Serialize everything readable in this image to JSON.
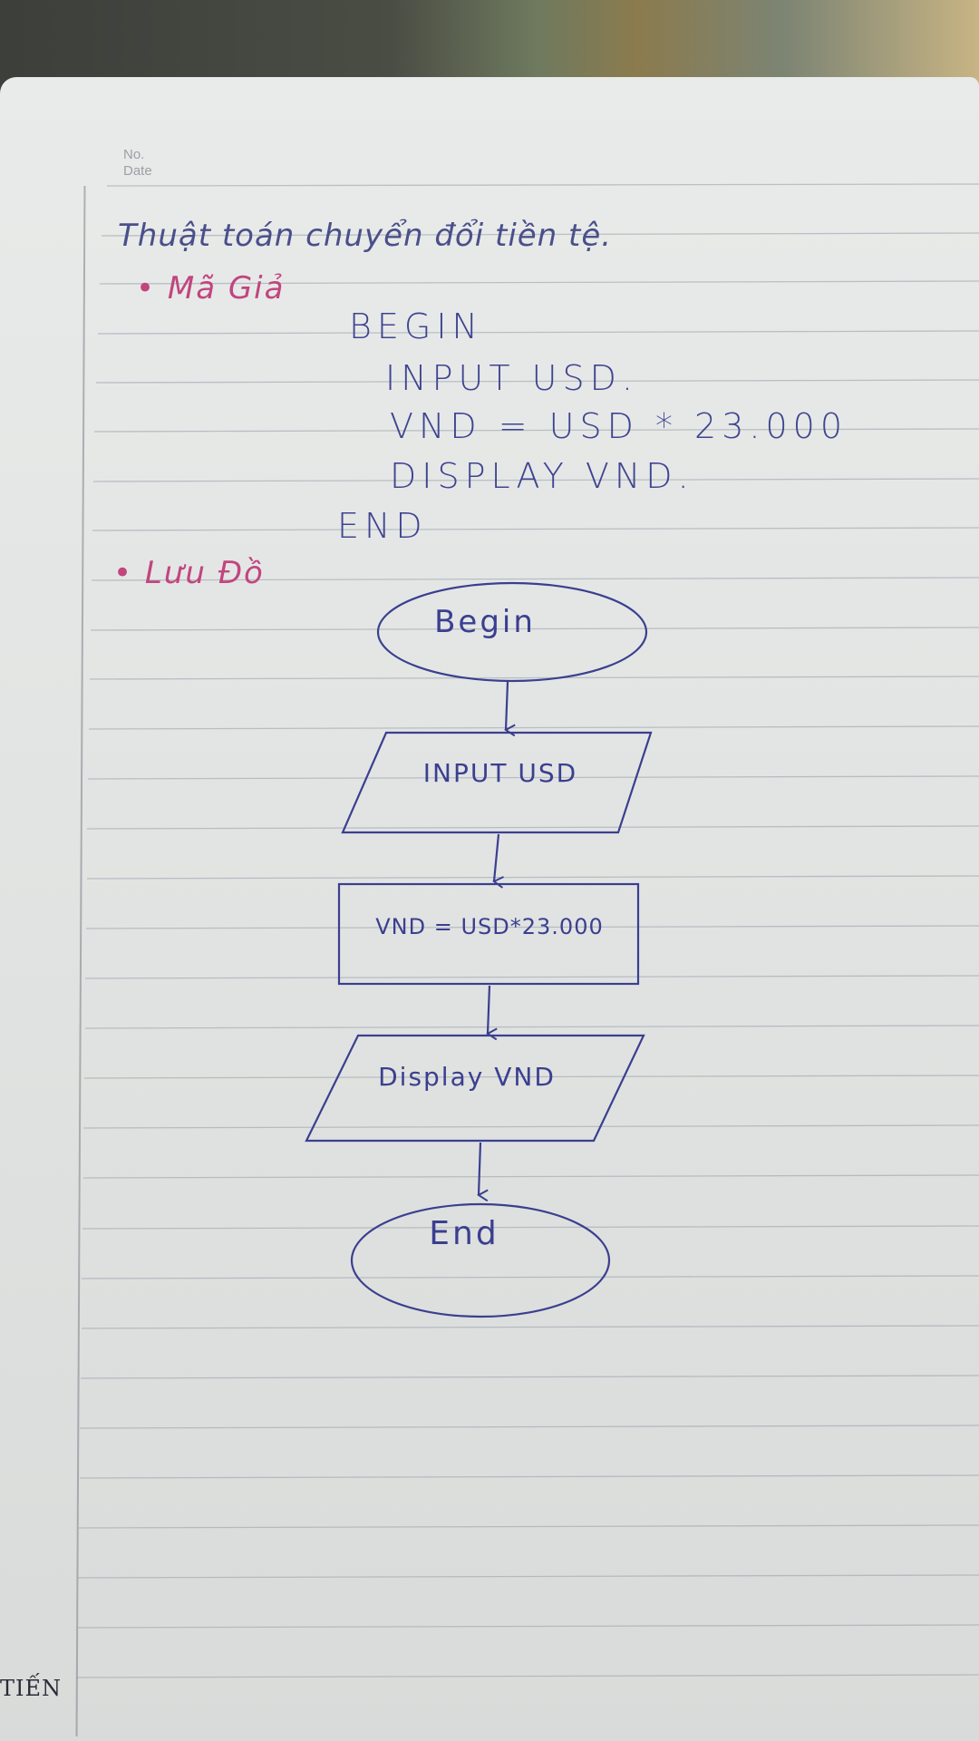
{
  "notebook": {
    "header_no": "No.",
    "header_date": "Date",
    "footer_brand": "TIẾN"
  },
  "content": {
    "title": "Thuật toán chuyển đổi tiền tệ.",
    "pseudocode_heading": "• Mã Giả",
    "pseudocode_lines": [
      "BEGIN",
      "INPUT USD.",
      "VND = USD * 23.000",
      "DISPLAY VND.",
      "END"
    ],
    "flowchart_heading": "• Lưu Đồ"
  },
  "flowchart": {
    "begin": "Begin",
    "input": "INPUT USD",
    "process": "VND = USD*23.000",
    "output": "Display VND",
    "end": "End"
  },
  "colors": {
    "ink_blue": "#3b3f8f",
    "ink_pink": "#c2457e"
  }
}
